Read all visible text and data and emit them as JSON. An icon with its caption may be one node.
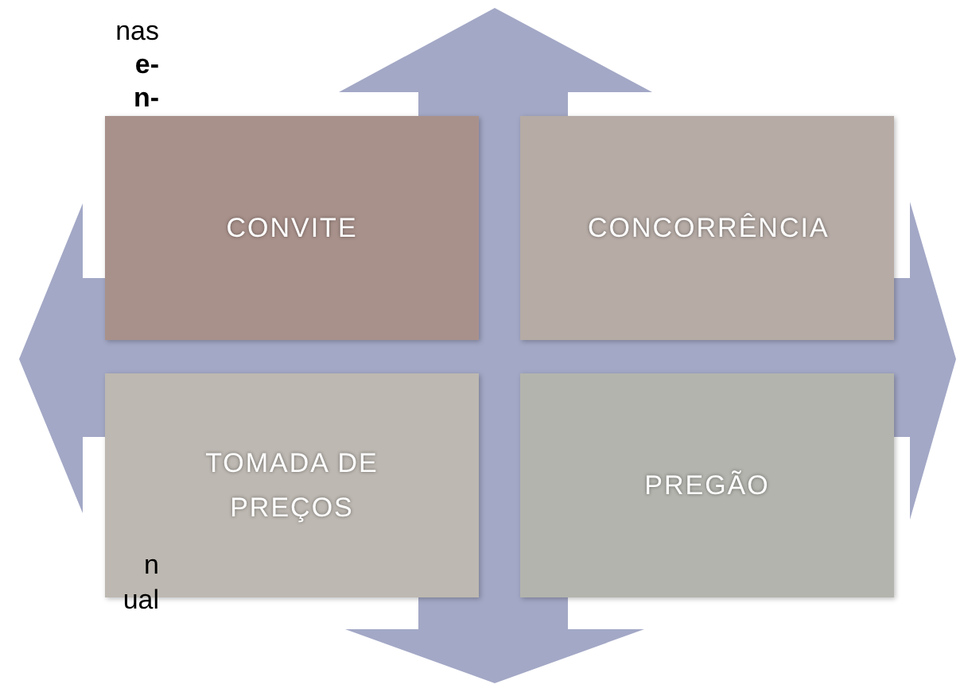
{
  "diagram": {
    "nodes": [
      {
        "text": [
          "CONVITE"
        ]
      },
      {
        "text": [
          "CONCORRÊNCIA"
        ]
      },
      {
        "text": [
          "TOMADA DE PREÇOS"
        ]
      },
      {
        "text": [
          "PREGÃO"
        ]
      }
    ],
    "labels": [
      "nas",
      "e-",
      "n-",
      "n",
      "ual"
    ]
  }
}
